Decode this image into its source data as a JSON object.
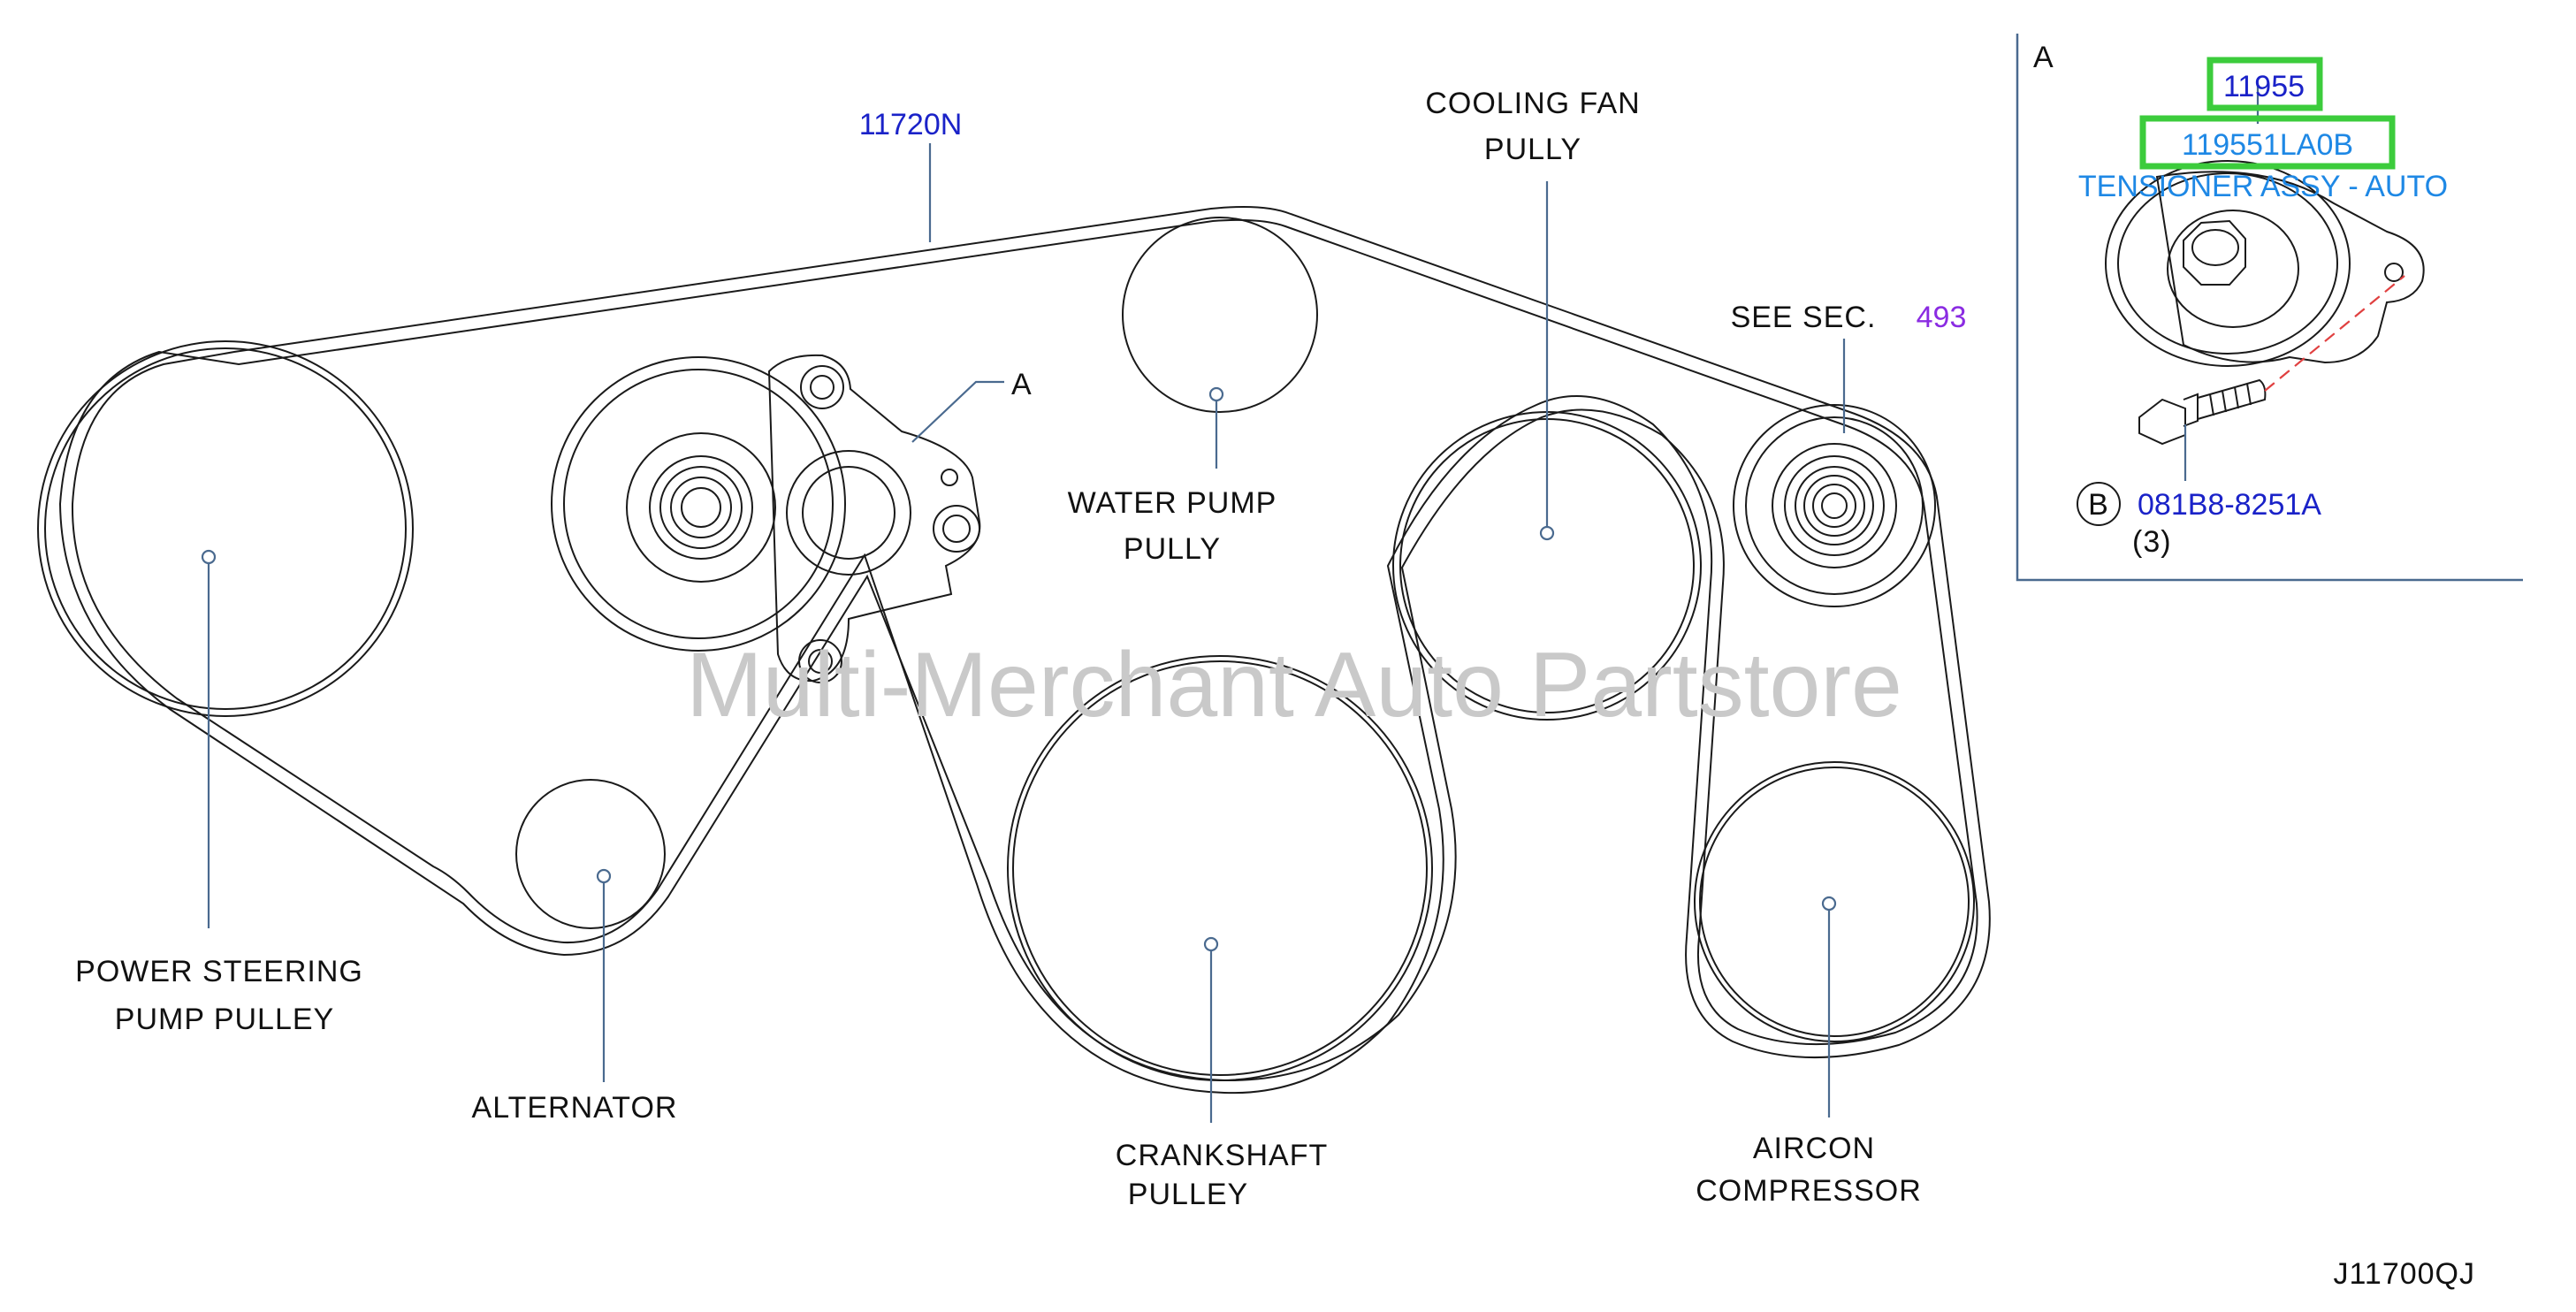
{
  "colors": {
    "part_number_blue": "#1a22c8",
    "see_sec_purple": "#8a2be2",
    "tensioner_name": "#1e88e5",
    "highlight_green": "#3ccc3c",
    "leader_line": "#4a6a8f",
    "watermark": "#c9c9c9"
  },
  "labels": {
    "belt_part": "11720N",
    "cooling_fan_line1": "COOLING   FAN",
    "cooling_fan_line2": "PULLY",
    "water_pump_line1": "WATER   PUMP",
    "water_pump_line2": "PULLY",
    "power_steering_line1": "POWER   STEERING",
    "power_steering_line2": "PUMP   PULLEY",
    "alternator": "ALTERNATOR",
    "crankshaft_line1": "CRANKSHAFT",
    "crankshaft_line2": "PULLEY",
    "aircon_line1": "AIRCON",
    "aircon_line2": "COMPRESSOR",
    "see_sec": "SEE   SEC.",
    "see_sec_number": "493",
    "callout_a": "A"
  },
  "inset": {
    "title": "A",
    "part_group": "11955",
    "part_number": "119551LA0B",
    "part_name": "TENSIONER ASSY - AUTO",
    "bolt_marker": "B",
    "bolt_part": "081B8-8251A",
    "bolt_qty": "(3)"
  },
  "watermark": "Multi-Merchant Auto Partstore",
  "diagram_code": "J11700QJ"
}
